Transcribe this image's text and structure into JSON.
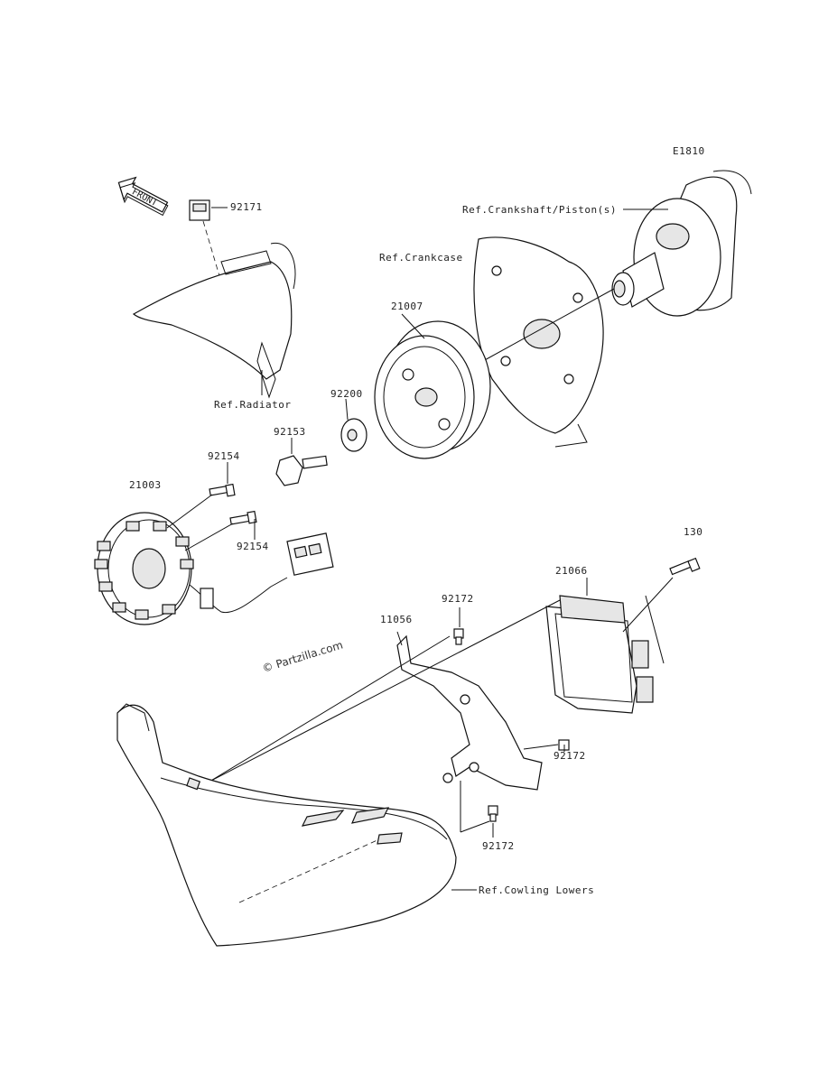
{
  "diagram_code": "E1810",
  "front_arrow": "FRONT",
  "watermark": "© Partzilla.com",
  "parts": {
    "p92171": "92171",
    "p21007": "21007",
    "p92200": "92200",
    "p92153": "92153",
    "p92154_top": "92154",
    "p21003": "21003",
    "p92154_mid": "92154",
    "p130": "130",
    "p21066": "21066",
    "p92172_top": "92172",
    "p11056": "11056",
    "p92172_right": "92172",
    "p92172_bottom": "92172"
  },
  "refs": {
    "crankshaft": "Ref.Crankshaft/Piston(s)",
    "crankcase": "Ref.Crankcase",
    "radiator": "Ref.Radiator",
    "cowling": "Ref.Cowling Lowers"
  },
  "colors": {
    "line": "#111111",
    "background": "#ffffff"
  }
}
